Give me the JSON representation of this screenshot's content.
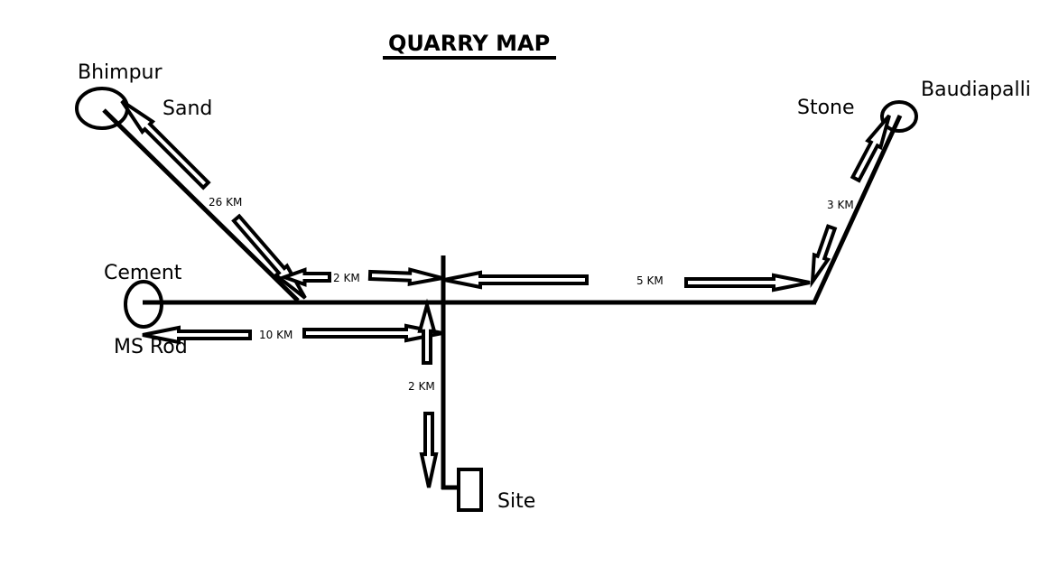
{
  "title": "QUARRY MAP",
  "places": {
    "bhimpur": "Bhimpur",
    "sand": "Sand",
    "cement": "Cement",
    "ms_rod": "MS Rod",
    "stone": "Stone",
    "baudiapalli": "Baudiapalli",
    "site": "Site"
  },
  "distances": {
    "bhimpur_road": "26 KM",
    "junction_west": "2 KM",
    "east_road": "5 KM",
    "baudiapalli_road": "3 KM",
    "cement_road": "10 KM",
    "site_road": "2 KM"
  },
  "colors": {
    "ink": "#000000",
    "background": "#ffffff"
  }
}
